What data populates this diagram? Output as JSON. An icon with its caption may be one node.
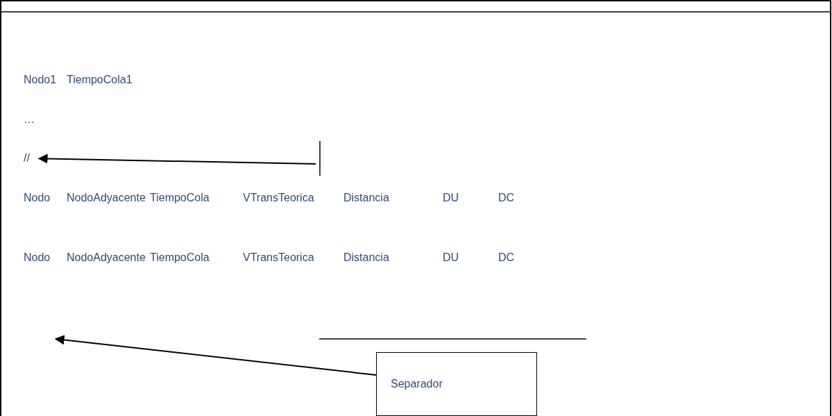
{
  "diagram": {
    "nodes": [
      {
        "text": [
          "//"
        ]
      },
      {
        "text": [
          "Separador"
        ]
      }
    ],
    "edges": [
      {
        "from": null,
        "to": 0,
        "arrow": "to"
      },
      {
        "from": 1,
        "to": null,
        "arrow": "to"
      }
    ],
    "labels": [
      "Nodo1",
      "TiempoCola1",
      "…",
      "Nodo",
      "NodoAdyacente",
      "TiempoCola",
      "VTransTeorica",
      "Distancia",
      "DU",
      "DC",
      "Nodo",
      "NodoAdyacente",
      "TiempoCola",
      "VTransTeorica",
      "Distancia",
      "DU",
      "DC"
    ]
  }
}
